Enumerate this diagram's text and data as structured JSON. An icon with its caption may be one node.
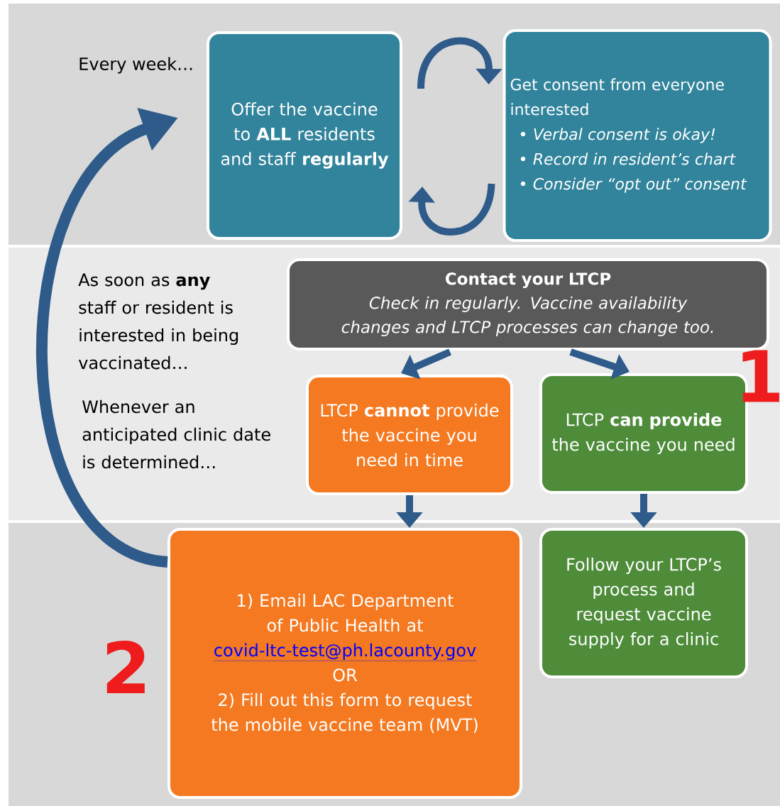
{
  "diagram": {
    "nodes": [
      {
        "text": [
          "Offer the vaccine to **ALL** residents and staff **regularly**"
        ]
      },
      {
        "text": [
          "Get consent from everyone interested",
          "• Verbal consent is okay!",
          "• Record in resident’s chart",
          "• Consider “opt out” consent"
        ]
      },
      {
        "text": [
          "Contact your LTCP",
          "Check in regularly. Vaccine availability changes and LTCP processes can change too."
        ]
      },
      {
        "text": [
          "LTCP **cannot** provide the vaccine you need in time"
        ]
      },
      {
        "text": [
          "LTCP **can provide** the vaccine you need"
        ]
      },
      {
        "text": [
          "1) Email LAC Department of Public Health at",
          "covid-ltc-test@ph.lacounty.gov",
          "OR",
          "2) Fill out this form to request the mobile vaccine team (MVT)"
        ],
        "beside": [
          "2"
        ]
      },
      {
        "text": [
          "Follow your LTCP’s process and request vaccine supply for a clinic"
        ]
      }
    ],
    "edges": [
      {
        "from": 0,
        "to": 1,
        "arrow": "to"
      },
      {
        "from": 1,
        "to": 0,
        "arrow": "to"
      },
      {
        "from": 2,
        "to": 3,
        "arrow": "to"
      },
      {
        "from": 2,
        "to": 4,
        "arrow": "to"
      },
      {
        "from": 3,
        "to": 5,
        "arrow": "to"
      },
      {
        "from": 4,
        "to": 6,
        "arrow": "to"
      },
      {
        "from": 5,
        "to": 0,
        "arrow": "to"
      }
    ],
    "labels": [
      "Every week…",
      "As soon as **any** staff or resident is interested in being vaccinated…",
      "1",
      "Whenever an anticipated clinic date is determined…"
    ]
  }
}
